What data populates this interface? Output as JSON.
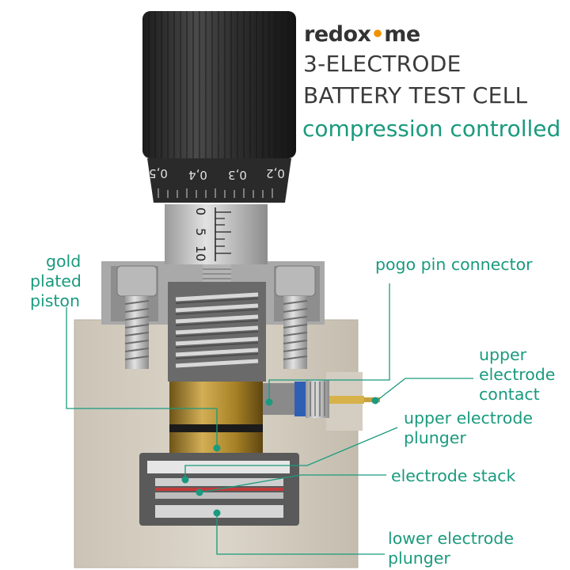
{
  "brand": {
    "logo_a": "redox",
    "logo_dot": "•",
    "logo_b": "me"
  },
  "title": {
    "line1": "3-ELECTRODE",
    "line2": "BATTERY TEST CELL",
    "subtitle": "compression controlled"
  },
  "scale": {
    "drum_ticks": [
      "0,5",
      "0,4",
      "0,3",
      "0,2"
    ],
    "barrel_ticks": [
      "0",
      "5",
      "10"
    ]
  },
  "labels": {
    "gold_piston": [
      "gold",
      "plated",
      "piston"
    ],
    "pogo": "pogo pin connector",
    "upper_contact": [
      "upper",
      "electrode",
      "contact"
    ],
    "upper_plunger": [
      "upper electrode",
      "plunger"
    ],
    "stack": "electrode stack",
    "lower_plunger": [
      "lower electrode",
      "plunger"
    ]
  },
  "colors": {
    "accent": "#1a9a7e",
    "logo_dot": "#f39200",
    "body": "#d6d0c4",
    "knob": "#2b2b2b",
    "gold": "#b08a2e"
  }
}
